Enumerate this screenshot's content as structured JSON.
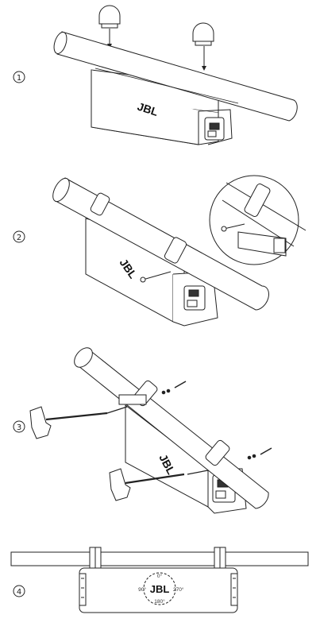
{
  "steps": [
    {
      "number": "1"
    },
    {
      "number": "2"
    },
    {
      "number": "3"
    },
    {
      "number": "4"
    }
  ],
  "brand": {
    "logo_text": "JBL"
  },
  "rotation": {
    "top": "0°",
    "left": "90°",
    "right": "270°",
    "bottom": "180°"
  }
}
